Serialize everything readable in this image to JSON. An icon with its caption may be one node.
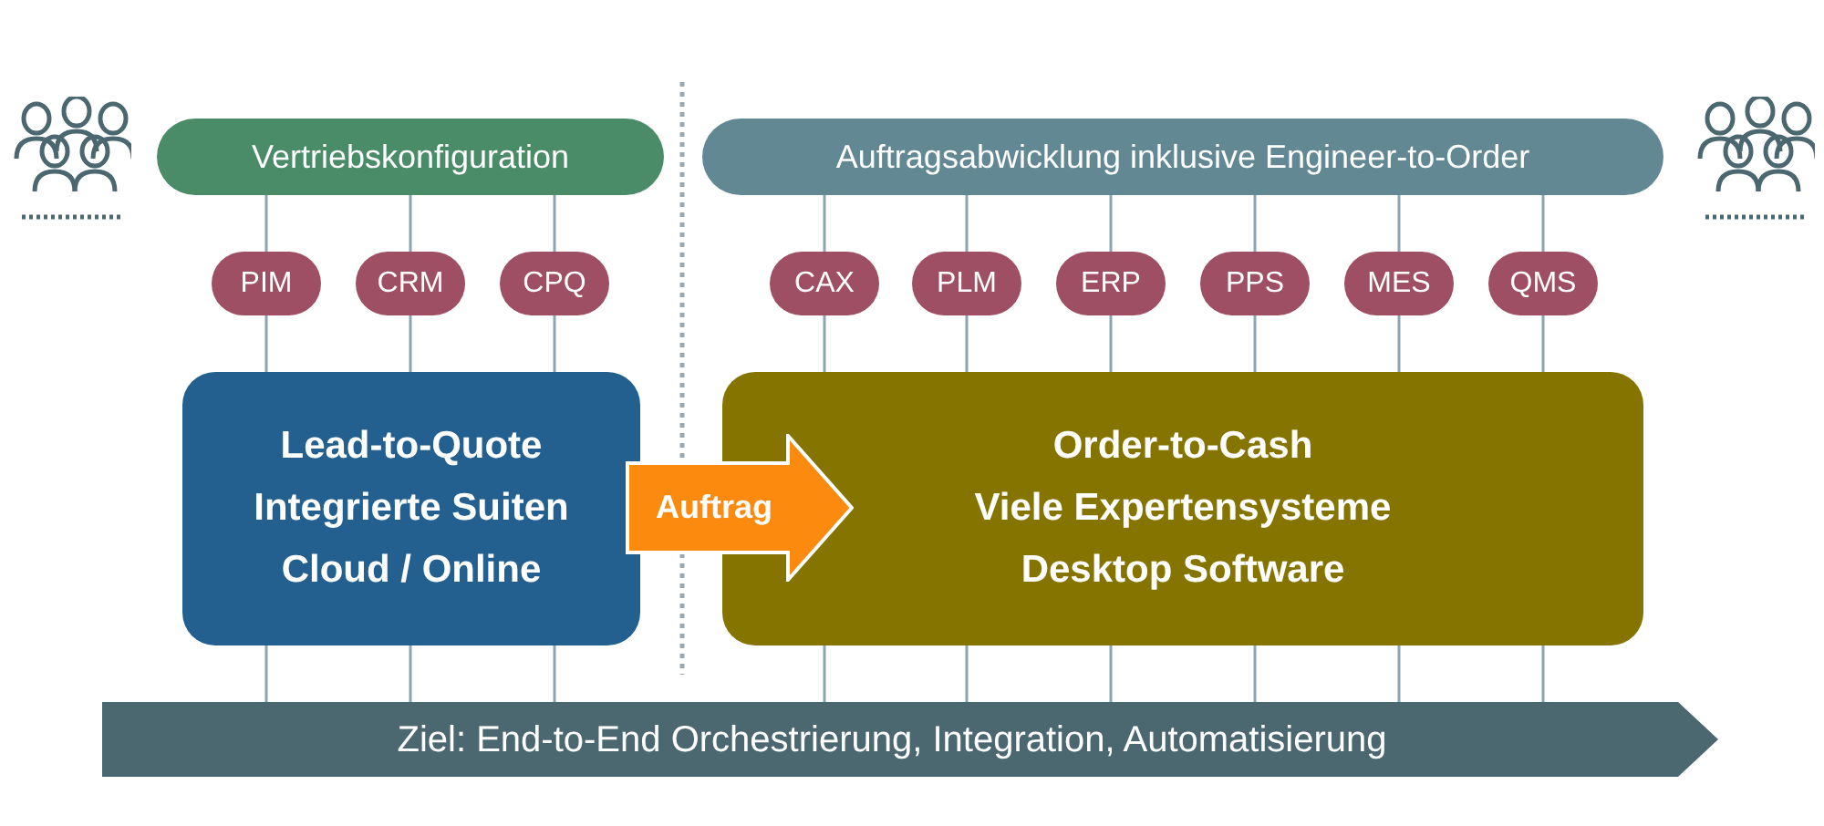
{
  "diagram": {
    "nodes": [
      {
        "text": [
          "Vertriebskonfiguration"
        ]
      },
      {
        "text": [
          "Auftragsabwicklung inklusive Engineer-to-Order"
        ]
      },
      {
        "text": [
          "PIM"
        ]
      },
      {
        "text": [
          "CRM"
        ]
      },
      {
        "text": [
          "CPQ"
        ]
      },
      {
        "text": [
          "CAX"
        ]
      },
      {
        "text": [
          "PLM"
        ]
      },
      {
        "text": [
          "ERP"
        ]
      },
      {
        "text": [
          "PPS"
        ]
      },
      {
        "text": [
          "MES"
        ]
      },
      {
        "text": [
          "QMS"
        ]
      },
      {
        "text": [
          "Lead-to-Quote",
          "Integrierte Suiten",
          "Cloud / Online"
        ]
      },
      {
        "text": [
          "Order-to-Cash",
          "Viele Expertensysteme",
          "Desktop Software"
        ]
      },
      {
        "text": [
          "Auftrag"
        ]
      },
      {
        "text": [
          "Ziel: End-to-End Orchestrierung, Integration, Automatisierung"
        ]
      }
    ],
    "edges": [
      {
        "from": 0,
        "to": 2,
        "arrow": "none"
      },
      {
        "from": 0,
        "to": 3,
        "arrow": "none"
      },
      {
        "from": 0,
        "to": 4,
        "arrow": "none"
      },
      {
        "from": 2,
        "to": 11,
        "arrow": "none"
      },
      {
        "from": 3,
        "to": 11,
        "arrow": "none"
      },
      {
        "from": 4,
        "to": 11,
        "arrow": "none"
      },
      {
        "from": 11,
        "to": 14,
        "arrow": "none"
      },
      {
        "from": 11,
        "to": 14,
        "arrow": "none"
      },
      {
        "from": 11,
        "to": 14,
        "arrow": "none"
      },
      {
        "from": 1,
        "to": 5,
        "arrow": "none"
      },
      {
        "from": 1,
        "to": 6,
        "arrow": "none"
      },
      {
        "from": 1,
        "to": 7,
        "arrow": "none"
      },
      {
        "from": 1,
        "to": 8,
        "arrow": "none"
      },
      {
        "from": 1,
        "to": 9,
        "arrow": "none"
      },
      {
        "from": 1,
        "to": 10,
        "arrow": "none"
      },
      {
        "from": 5,
        "to": 12,
        "arrow": "none"
      },
      {
        "from": 6,
        "to": 12,
        "arrow": "none"
      },
      {
        "from": 7,
        "to": 12,
        "arrow": "none"
      },
      {
        "from": 8,
        "to": 12,
        "arrow": "none"
      },
      {
        "from": 9,
        "to": 12,
        "arrow": "none"
      },
      {
        "from": 10,
        "to": 12,
        "arrow": "none"
      },
      {
        "from": 12,
        "to": 14,
        "arrow": "none"
      },
      {
        "from": 12,
        "to": 14,
        "arrow": "none"
      },
      {
        "from": 12,
        "to": 14,
        "arrow": "none"
      },
      {
        "from": 12,
        "to": 14,
        "arrow": "none"
      },
      {
        "from": 12,
        "to": 14,
        "arrow": "none"
      },
      {
        "from": 12,
        "to": 14,
        "arrow": "none"
      }
    ]
  }
}
